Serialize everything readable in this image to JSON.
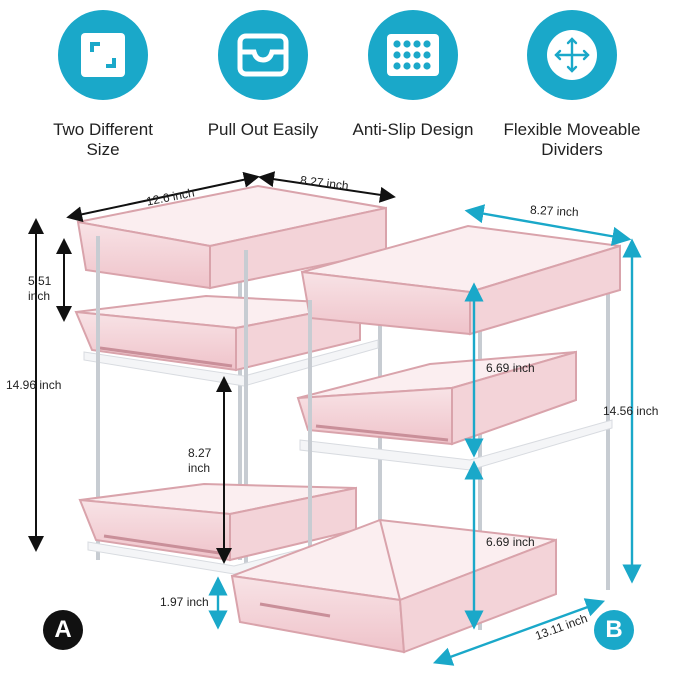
{
  "features": [
    {
      "icon": "resize-corners-icon",
      "label_lines": [
        "Two Different",
        "Size"
      ]
    },
    {
      "icon": "pull-out-drawer-icon",
      "label_lines": [
        "Pull Out Easily",
        ""
      ]
    },
    {
      "icon": "anti-slip-grid-icon",
      "label_lines": [
        "Anti-Slip Design",
        ""
      ]
    },
    {
      "icon": "move-arrows-icon",
      "label_lines": [
        "Flexible Moveable",
        "Dividers"
      ]
    }
  ],
  "dimensions": {
    "a_width": "12.6 inch",
    "a_depth": "8.27 inch",
    "a_drawer_height_top_value": "5.51",
    "a_drawer_height_top_unit": "inch",
    "a_total_height": "14.96 inch",
    "a_gap_value": "8.27",
    "a_gap_unit": "inch",
    "b_width": "8.27 inch",
    "b_tier_upper": "6.69 inch",
    "b_tier_lower": "6.69 inch",
    "b_total_height": "14.56 inch",
    "b_base_height": "1.97 inch",
    "b_depth": "13.11 inch"
  },
  "labels": {
    "model_a": "A",
    "model_b": "B"
  },
  "colors": {
    "accent": "#1aa8c9",
    "drawer_pink": "#f3cdd2",
    "drawer_edge": "#d9a3ab",
    "frame": "#c7ccd2"
  }
}
